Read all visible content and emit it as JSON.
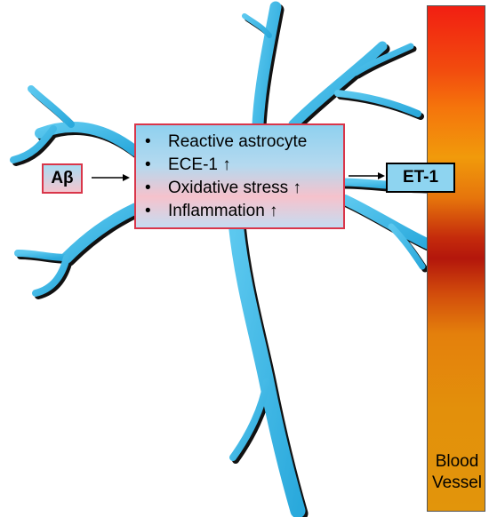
{
  "labels": {
    "abeta": "Aβ",
    "et1": "ET-1",
    "vessel_line1": "Blood",
    "vessel_line2": "Vessel"
  },
  "astrocyte_effects": [
    {
      "text": "Reactive astrocyte"
    },
    {
      "text": "ECE-1 ↑"
    },
    {
      "text": "Oxidative stress ↑"
    },
    {
      "text": "Inflammation ↑"
    }
  ],
  "bullet": "•",
  "colors": {
    "astrocyte": "#3db9e8",
    "astrocyte_shadow": "#111111",
    "box_border": "#d9364a",
    "vessel_top": "#f21f12",
    "vessel_bottom": "#e2950b"
  }
}
